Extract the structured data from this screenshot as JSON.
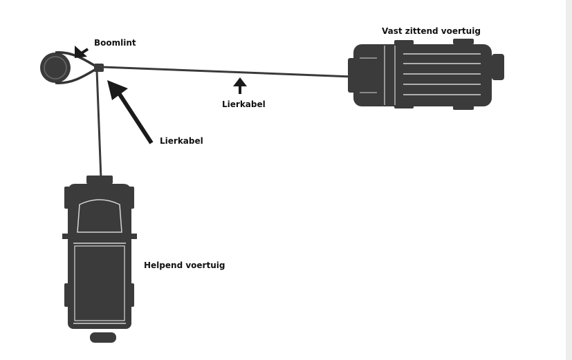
{
  "labels": {
    "tree_strap": "Boomlint",
    "stuck_vehicle": "Vast zittend voertuig",
    "winch_cable_horizontal": "Lierkabel",
    "winch_cable_diagonal": "Lierkabel",
    "helping_vehicle": "Helpend voertuig"
  },
  "colors": {
    "vehicle": "#3b3b3b",
    "vehicle_detail": "#d8d8d8",
    "cable": "#3a3a3a",
    "arrow": "#1a1a1a",
    "text": "#111111"
  }
}
